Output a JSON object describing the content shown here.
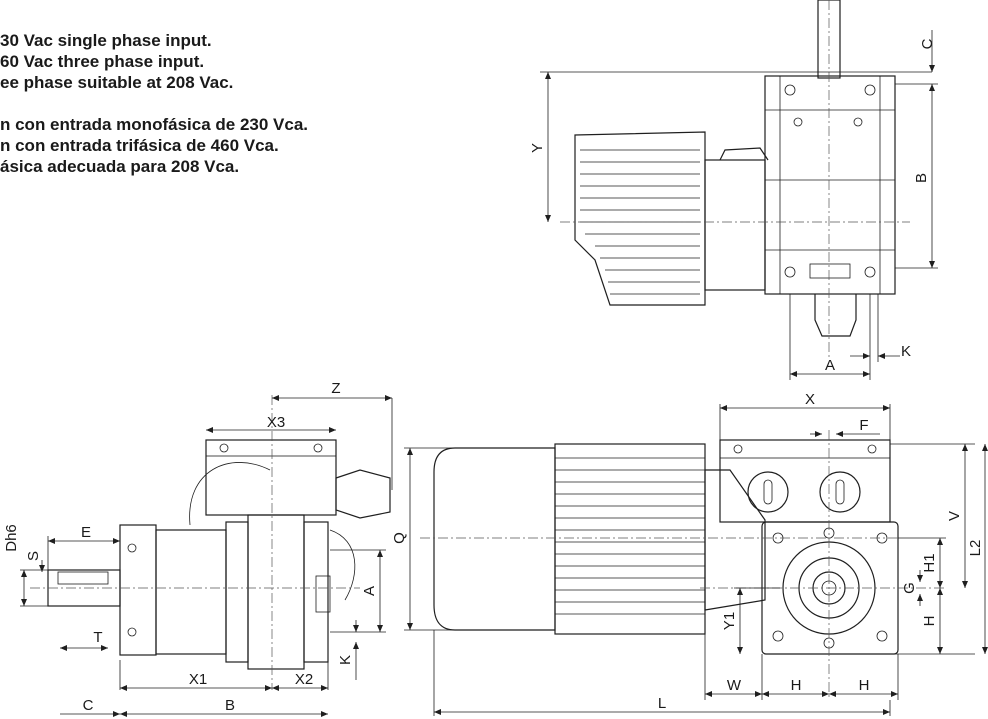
{
  "notes": [
    "30 Vac single phase input.",
    "60 Vac three phase input.",
    "ee phase suitable at 208 Vac.",
    "",
    "n con entrada monofásica de 230 Vca.",
    "n con entrada trifásica de 460 Vca.",
    "ásica adecuada para 208 Vca."
  ],
  "labels": {
    "C": "C",
    "Y": "Y",
    "B": "B",
    "A": "A",
    "K": "K",
    "Z": "Z",
    "X3": "X3",
    "E": "E",
    "Dh6": "Dh6",
    "S": "S",
    "T": "T",
    "X1": "X1",
    "X2": "X2",
    "X": "X",
    "F": "F",
    "Q": "Q",
    "V": "V",
    "L2": "L2",
    "H1": "H1",
    "G": "G",
    "H": "H",
    "Y1": "Y1",
    "W": "W",
    "L": "L"
  }
}
